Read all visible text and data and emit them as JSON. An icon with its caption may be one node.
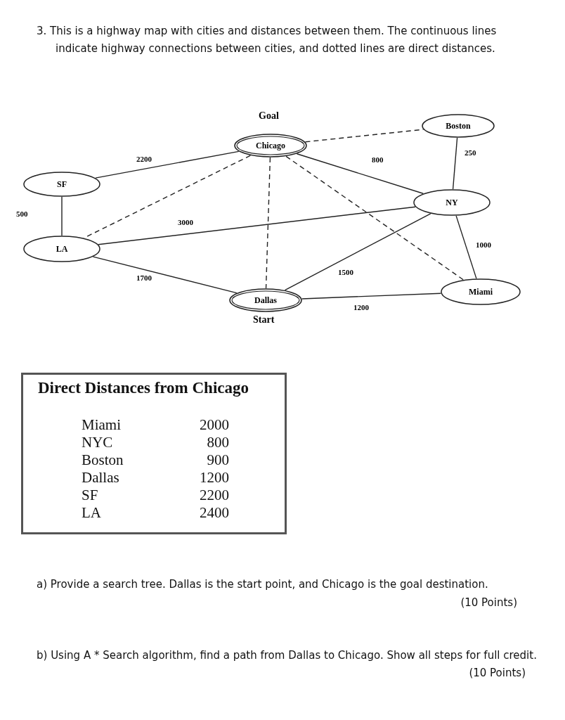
{
  "diagram": {
    "nodes": [
      {
        "text": [
          "Chicago"
        ],
        "beside": [
          "Goal"
        ]
      },
      {
        "text": [
          "Boston"
        ]
      },
      {
        "text": [
          "SF"
        ]
      },
      {
        "text": [
          "NY"
        ]
      },
      {
        "text": [
          "LA"
        ]
      },
      {
        "text": [
          "Miami"
        ]
      },
      {
        "text": [
          "Dallas"
        ],
        "beside": [
          "Start"
        ]
      }
    ],
    "edges": [
      {
        "from": 0,
        "to": 2,
        "arrow": "none",
        "label": "2200"
      },
      {
        "from": 0,
        "to": 1,
        "arrow": "none",
        "style": "dashed"
      },
      {
        "from": 0,
        "to": 3,
        "arrow": "none",
        "label": "800"
      },
      {
        "from": 0,
        "to": 4,
        "arrow": "none",
        "style": "dashed"
      },
      {
        "from": 0,
        "to": 6,
        "arrow": "none",
        "style": "dashed"
      },
      {
        "from": 0,
        "to": 5,
        "arrow": "none",
        "style": "dashed"
      },
      {
        "from": 1,
        "to": 3,
        "arrow": "none",
        "label": "250"
      },
      {
        "from": 2,
        "to": 4,
        "arrow": "none",
        "label": "500"
      },
      {
        "from": 3,
        "to": 4,
        "arrow": "none",
        "label": "3000"
      },
      {
        "from": 3,
        "to": 6,
        "arrow": "none",
        "label": "1500"
      },
      {
        "from": 3,
        "to": 5,
        "arrow": "none",
        "label": "1000"
      },
      {
        "from": 4,
        "to": 6,
        "arrow": "none",
        "label": "1700"
      },
      {
        "from": 6,
        "to": 5,
        "arrow": "none",
        "label": "1200"
      }
    ],
    "labels": [
      "3. This is a highway map with cities and distances between them. The continuous lines indicate highway connections between cities, and dotted lines are direct distances.",
      "Direct Distances from Chicago",
      "Miami",
      "2000",
      "NYC",
      "800",
      "Boston",
      "900",
      "Dallas",
      "1200",
      "SF",
      "2200",
      "LA",
      "2400",
      "a) Provide a search tree. Dallas is the start point, and Chicago is the goal destination.",
      "(10 Points)",
      "b) Using A * Search algorithm, find a path from Dallas to Chicago. Show all steps for full credit.",
      "(10 Points)"
    ]
  }
}
